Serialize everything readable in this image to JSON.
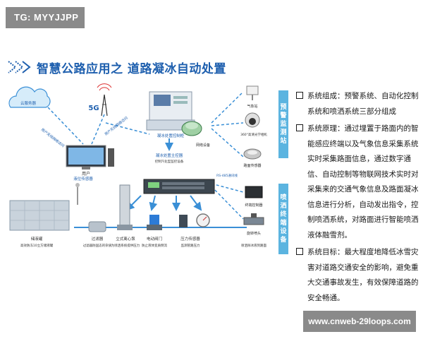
{
  "tag": "TG: MYYJJPP",
  "title": "智慧公路应用之 道路凝冰自动处置",
  "labels": {
    "cloud": "云服务器",
    "net5g": "5G",
    "user_link_1": "用户无线网络访问",
    "user_link_2": "用户无线网络访问",
    "user": "用户",
    "control_cabinet": "凝冰处置控制柜",
    "gateway": "网络设备",
    "host": "凝冰处置主控器",
    "host_sub": "控制汽化型监控设备",
    "tank": "储液罐",
    "tank_sub": "高效防冻10立方储液罐",
    "level_sensor": "液位传感器",
    "filter": "过滤器",
    "filter_sub": "过滤器防固态的杂质",
    "pump": "立式离心泵",
    "pump_sub": "为喷洒系统提供压力",
    "valve": "电动阀门",
    "valve_sub": "防止液体变质倒流",
    "pressure": "压力传感器",
    "pressure_sub": "监测管路压力",
    "gauge": "",
    "weather": "气象站",
    "camera": "360°高清光学相机",
    "road_sensor": "路面传感器",
    "rs485": "RS-485通讯线",
    "controller": "终端控制器",
    "nozzle": "旋转喷头",
    "nozzle_sub": "喷洒除冰液到路面"
  },
  "side_labels": {
    "warning": "预警监测站",
    "spray": "喷洒终端设备"
  },
  "bullets": [
    "系统组成：预警系统、自动化控制系统和喷洒系统三部分组成",
    "系统原理：通过埋置于路面内的智能感应终端以及气象信息采集系统实时采集路面信息，通过数字通信、自动控制等物联网技术实时对采集来的交通气象信息及路面凝冰信息进行分析，自动发出指令，控制喷洒系统，对路面进行智能喷洒液体融雪剂。",
    "系统目标：最大程度地降低冰雪灾害对道路交通安全的影响，避免重大交通事故发生，有效保障道路的安全畅通。"
  ],
  "watermark": "www.cnweb-29loops.com",
  "colors": {
    "title": "#1e5fae",
    "accent": "#5bb4e0",
    "pipe": "#3a8fd6",
    "tag_bg": "#8a8a8a"
  }
}
